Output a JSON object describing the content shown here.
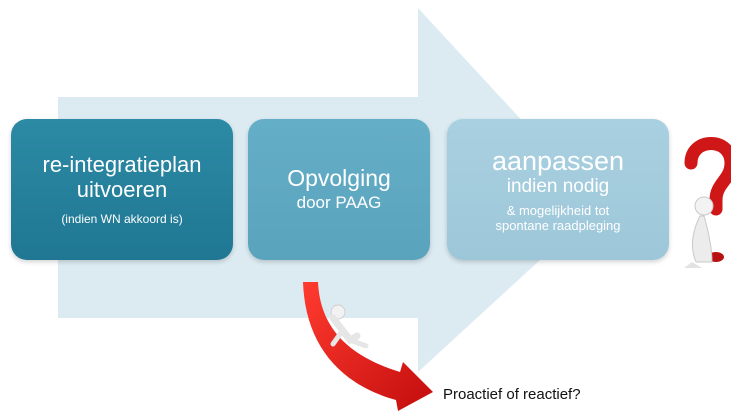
{
  "colors": {
    "arrow": "#dcebf2",
    "box1": "#2482a0",
    "box2": "#62aac4",
    "box3": "#a3cbdc",
    "red_arrow": "#e01b1b"
  },
  "icons": {
    "question": "question-mark-figure-icon",
    "slide": "figure-on-red-arrow-icon"
  },
  "steps": [
    {
      "title": "re-integratieplan",
      "subtitle": "uitvoeren",
      "note": "(indien WN akkoord is)"
    },
    {
      "title": "Opvolging",
      "subtitle": "door PAAG"
    },
    {
      "title": "aanpassen",
      "subtitle": "indien nodig",
      "note_line1": "& mogelijkheid tot",
      "note_line2": "spontane raadpleging"
    }
  ],
  "caption": "Proactief of reactief?"
}
